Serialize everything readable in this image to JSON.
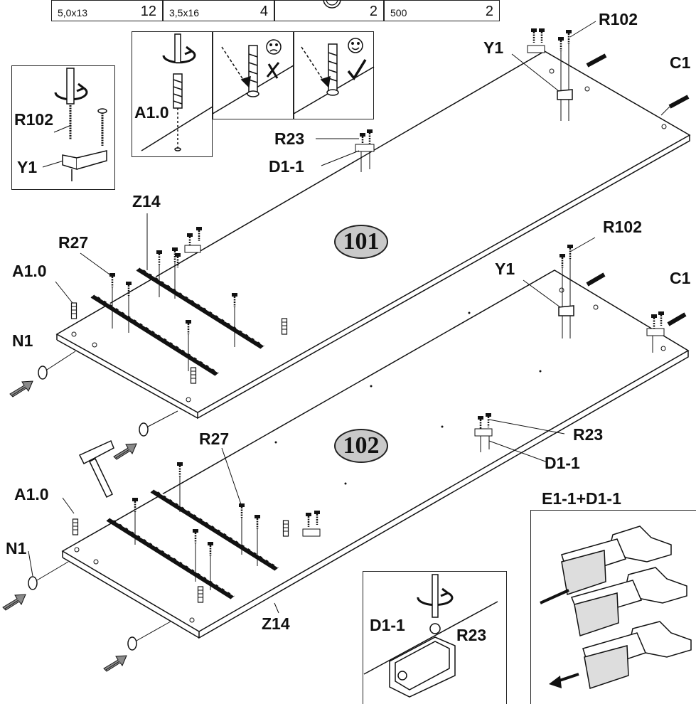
{
  "parts_table": [
    {
      "size": "5,0x13",
      "qty": "12"
    },
    {
      "size": "3,5x16",
      "qty": "4"
    },
    {
      "size": "",
      "qty": "2"
    },
    {
      "size": "500",
      "qty": "2"
    }
  ],
  "panels": {
    "top": "101",
    "bottom": "102"
  },
  "labels": {
    "r102_inset": "R102",
    "y1_inset": "Y1",
    "a10_inset": "A1.0",
    "r102_top": "R102",
    "y1_top": "Y1",
    "c1_top": "C1",
    "r23_top": "R23",
    "d11_top": "D1-1",
    "z14_top": "Z14",
    "r27_top": "R27",
    "a10_top": "A1.0",
    "n1_top": "N1",
    "r102_mid": "R102",
    "y1_mid": "Y1",
    "c1_mid": "C1",
    "r23_mid": "R23",
    "d11_mid": "D1-1",
    "r27_bot": "R27",
    "a10_bot": "A1.0",
    "n1_bot": "N1",
    "z14_bot": "Z14",
    "hinge_title": "E1-1+D1-1",
    "d11_inset": "D1-1",
    "r23_inset": "R23"
  },
  "colors": {
    "line": "#111111",
    "badge_fill": "#c9c9c9",
    "arrow_fill": "#8a8a8a"
  },
  "icons": [
    "rotate-arrow-icon",
    "screwdriver-icon",
    "sad-face-icon",
    "happy-face-icon",
    "cross-mark-icon",
    "check-mark-icon",
    "hammer-icon",
    "push-arrow-icon"
  ]
}
